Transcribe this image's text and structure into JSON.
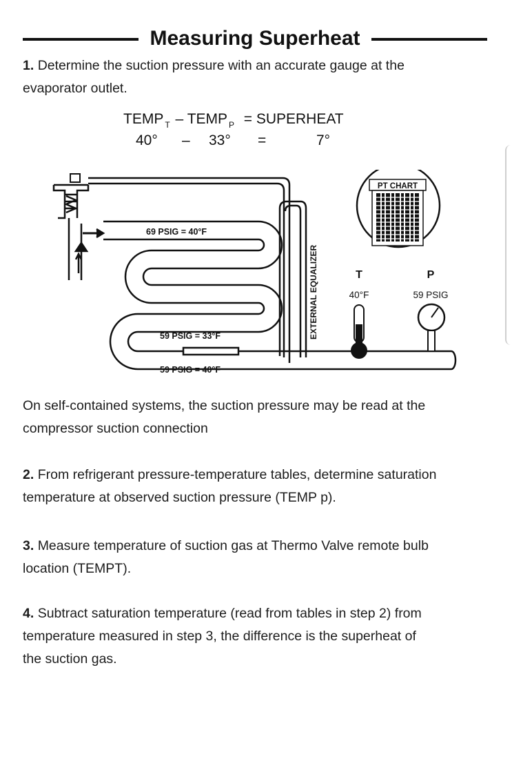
{
  "title": "Measuring Superheat",
  "step1": {
    "number": "1.",
    "line1": "Determine the suction pressure with an accurate gauge at the",
    "line2": "evaporator outlet."
  },
  "formula": {
    "temp_t": "TEMP",
    "sub_t": "T",
    "minus": "–",
    "temp_p": "TEMP",
    "sub_p": "P",
    "equals": "=",
    "superheat": "SUPERHEAT",
    "val_t": "40°",
    "val_minus": "–",
    "val_p": "33°",
    "val_equals": "=",
    "val_result": "7°"
  },
  "diagram": {
    "pt_chart": "PT CHART",
    "label_69": "69 PSIG = 40°F",
    "label_59_33": "59 PSIG = 33°F",
    "label_59_40": "59 PSIG = 40°F",
    "external_equalizer": "EXTERNAL EQUALIZER",
    "t_label": "T",
    "p_label": "P",
    "t_value": "40°F",
    "p_value": "59 PSIG"
  },
  "note": {
    "line1": "On self-contained systems, the suction pressure may be read at the",
    "line2": "compressor suction connection"
  },
  "step2": {
    "number": "2.",
    "line1": "From refrigerant pressure-temperature tables, determine saturation",
    "line2": "temperature at observed suction pressure (TEMP p)."
  },
  "step3": {
    "number": "3.",
    "line1": "Measure temperature of suction gas at Thermo Valve remote bulb",
    "line2": "location (TEMPT)."
  },
  "step4": {
    "number": "4.",
    "line1": "Subtract saturation temperature (read from tables in step 2) from",
    "line2": "temperature measured in step 3, the difference is the superheat of",
    "line3": "the suction gas."
  }
}
